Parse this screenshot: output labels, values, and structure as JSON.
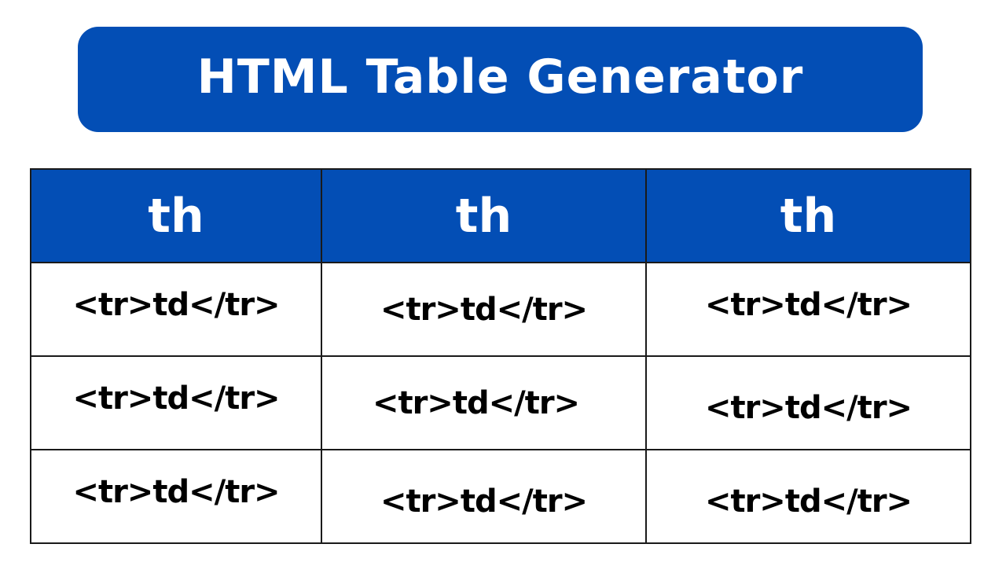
{
  "title": "HTML Table Generator",
  "colors": {
    "primary": "#034EB5",
    "header_text": "#FFFFFF",
    "border": "#1A1A1A",
    "cell_text": "#000000"
  },
  "table": {
    "headers": [
      "th",
      "th",
      "th"
    ],
    "rows": [
      [
        "<tr>td</tr>",
        "<tr>td</tr>",
        "<tr>td</tr>"
      ],
      [
        "<tr>td</tr>",
        "<tr>td</tr>",
        "<tr>td</tr>"
      ],
      [
        "<tr>td</tr>",
        "<tr>td</tr>",
        "<tr>td</tr>"
      ]
    ]
  }
}
